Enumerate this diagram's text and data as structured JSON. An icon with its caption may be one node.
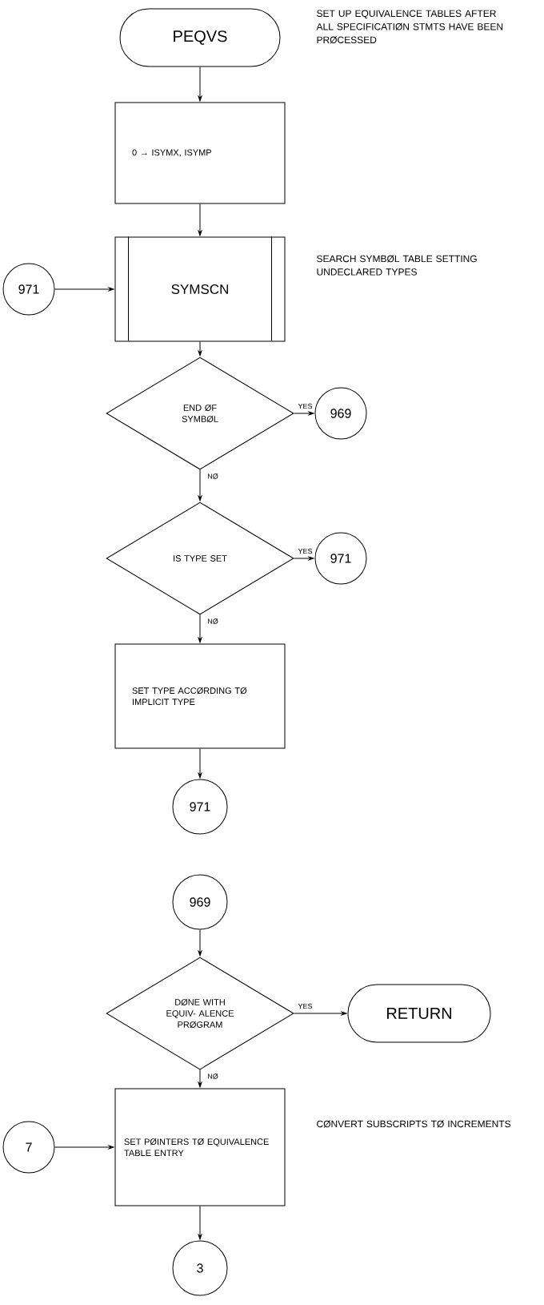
{
  "diagram": {
    "nodes": [
      {
        "text": [
          "PEQVS"
        ],
        "beside": [
          "SET UP EQUIVALENCE TABLES AFTER ALL SPECIFICATIØN STMTS HAVE BEEN PRØCESSED"
        ]
      },
      {
        "text": [
          "0 → ISYMX, ISYMP"
        ]
      },
      {
        "text": [
          "SYMSCN"
        ],
        "beside": [
          "SEARCH SYMBØL TABLE SETTING UNDECLARED TYPES"
        ]
      },
      {
        "text": [
          "971"
        ]
      },
      {
        "text": [
          "END ØF SYMBØL"
        ]
      },
      {
        "text": [
          "969"
        ]
      },
      {
        "text": [
          "IS TYPE SET"
        ]
      },
      {
        "text": [
          "971"
        ]
      },
      {
        "text": [
          "SET TYPE ACCØRDING TØ IMPLICIT TYPE"
        ]
      },
      {
        "text": [
          "971"
        ]
      },
      {
        "text": [
          "969"
        ]
      },
      {
        "text": [
          "DØNE WITH EQUIV- ALENCE PRØGRAM"
        ]
      },
      {
        "text": [
          "RETURN"
        ]
      },
      {
        "text": [
          "7"
        ]
      },
      {
        "text": [
          "SET PØINTERS TØ EQUIVALENCE TABLE ENTRY"
        ],
        "beside": [
          "CØNVERT SUBSCRIPTS TØ INCREMENTS"
        ]
      },
      {
        "text": [
          "3"
        ]
      }
    ],
    "edges": [
      {
        "from": 0,
        "to": 1,
        "arrow": "to"
      },
      {
        "from": 1,
        "to": 2,
        "arrow": "to"
      },
      {
        "from": 3,
        "to": 2,
        "arrow": "to"
      },
      {
        "from": 2,
        "to": 4,
        "arrow": "to"
      },
      {
        "from": 4,
        "to": 5,
        "arrow": "to",
        "label": "YES"
      },
      {
        "from": 4,
        "to": 6,
        "arrow": "to",
        "label": "NØ"
      },
      {
        "from": 6,
        "to": 7,
        "arrow": "to",
        "label": "YES"
      },
      {
        "from": 6,
        "to": 8,
        "arrow": "to",
        "label": "NØ"
      },
      {
        "from": 8,
        "to": 9,
        "arrow": "to"
      },
      {
        "from": 10,
        "to": 11,
        "arrow": "to"
      },
      {
        "from": 11,
        "to": 12,
        "arrow": "to",
        "label": "YES"
      },
      {
        "from": 11,
        "to": 14,
        "arrow": "to",
        "label": "NØ"
      },
      {
        "from": 13,
        "to": 14,
        "arrow": "to"
      },
      {
        "from": 14,
        "to": 15,
        "arrow": "to"
      }
    ]
  }
}
